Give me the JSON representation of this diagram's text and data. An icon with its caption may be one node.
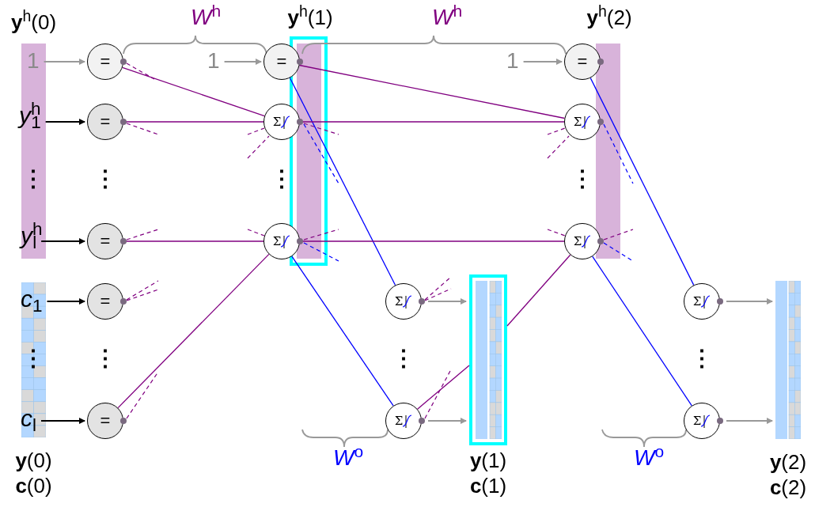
{
  "diagram": {
    "nodes": [
      {
        "text": [
          "**y**$^{h}$(0)"
        ]
      },
      {
        "text": [
          "1"
        ],
        "in": 0
      },
      {
        "text": [
          "*y*$^{h}$$_{1}$"
        ],
        "in": 0
      },
      {
        "text": [
          "*y*$^{h}$$_{l}$"
        ],
        "in": 0
      },
      {
        "text": [
          "**y**(0)",
          "**c**(0)"
        ]
      },
      {
        "text": [
          "*c*$_{1}$"
        ],
        "in": 4
      },
      {
        "text": [
          "*c*$_{l}$"
        ],
        "in": 4
      },
      {
        "text": [
          "="
        ]
      },
      {
        "text": [
          "="
        ]
      },
      {
        "text": [
          "="
        ]
      },
      {
        "text": [
          "="
        ]
      },
      {
        "text": [
          "="
        ]
      },
      {
        "text": [
          "="
        ]
      },
      {
        "text": [
          "Σ"
        ]
      },
      {
        "text": [
          "Σ"
        ]
      },
      {
        "text": [
          "1"
        ]
      },
      {
        "text": [
          "Σ"
        ]
      },
      {
        "text": [
          "Σ"
        ]
      },
      {
        "text": [
          "**y**(1)",
          "**c**(1)"
        ]
      },
      {
        "text": [
          "1"
        ]
      },
      {
        "text": [
          "="
        ]
      },
      {
        "text": [
          "Σ"
        ]
      },
      {
        "text": [
          "Σ"
        ]
      },
      {
        "text": [
          "Σ"
        ]
      },
      {
        "text": [
          "Σ"
        ]
      },
      {
        "text": [
          "**y**(2)",
          "**c**(2)"
        ]
      }
    ],
    "edges": [
      {
        "from": 1,
        "to": 7,
        "arrow": "to",
        "color": "#999999"
      },
      {
        "from": 2,
        "to": 8,
        "arrow": "to",
        "color": "#000000"
      },
      {
        "from": 3,
        "to": 9,
        "arrow": "to",
        "color": "#000000"
      },
      {
        "from": 5,
        "to": 10,
        "arrow": "to",
        "color": "#000000"
      },
      {
        "from": 6,
        "to": 11,
        "arrow": "to",
        "color": "#000000"
      },
      {
        "from": 7,
        "to": 13,
        "arrow": "none"
      },
      {
        "from": 8,
        "to": 13,
        "arrow": "none"
      },
      {
        "from": 9,
        "to": 14,
        "arrow": "none"
      },
      {
        "from": 11,
        "to": 14,
        "arrow": "none"
      },
      {
        "from": 15,
        "to": 12,
        "arrow": "to",
        "color": "#999999"
      },
      {
        "from": 12,
        "to": 16,
        "arrow": "none",
        "color": "#0000ff"
      },
      {
        "from": 14,
        "to": 17,
        "arrow": "none",
        "color": "#0000ff"
      },
      {
        "from": 12,
        "to": 21,
        "arrow": "none"
      },
      {
        "from": 13,
        "to": 21,
        "arrow": "none"
      },
      {
        "from": 14,
        "to": 22,
        "arrow": "none"
      },
      {
        "from": 16,
        "to": 18,
        "arrow": "to",
        "color": "#999999"
      },
      {
        "from": 17,
        "to": 18,
        "arrow": "to",
        "color": "#999999"
      },
      {
        "from": 17,
        "to": 18,
        "arrow": "none"
      },
      {
        "from": 18,
        "to": 22,
        "arrow": "none"
      },
      {
        "from": 19,
        "to": 20,
        "arrow": "to",
        "color": "#999999"
      },
      {
        "from": 20,
        "to": 23,
        "arrow": "none",
        "color": "#0000ff"
      },
      {
        "from": 22,
        "to": 24,
        "arrow": "none",
        "color": "#0000ff"
      },
      {
        "from": 23,
        "to": 25,
        "arrow": "to",
        "color": "#999999"
      },
      {
        "from": 24,
        "to": 25,
        "arrow": "to",
        "color": "#999999"
      }
    ],
    "labels": [
      "*W*$^{h}$",
      "**y**$^{h}$(1)",
      "*W*$^{h}$",
      "**y**$^{h}$(2)",
      "⋮",
      "⋮",
      "⋮",
      "⋮",
      "⋮",
      "⋮",
      "⋮",
      "⋮",
      "*W*$^{o}$",
      "*W*$^{o}$"
    ]
  }
}
